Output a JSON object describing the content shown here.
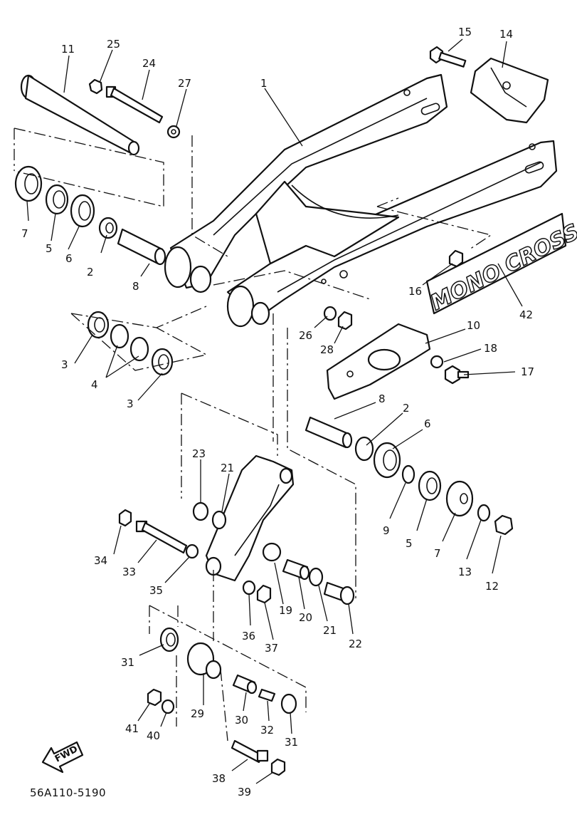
{
  "diagram": {
    "code": "56A110-5190",
    "decal_text": "MONO CROSS",
    "fwd_label": "FWD",
    "callouts": [
      {
        "id": "c1",
        "text": "1"
      },
      {
        "id": "c2a",
        "text": "2"
      },
      {
        "id": "c2b",
        "text": "2"
      },
      {
        "id": "c3a",
        "text": "3"
      },
      {
        "id": "c3b",
        "text": "3"
      },
      {
        "id": "c4",
        "text": "4"
      },
      {
        "id": "c5a",
        "text": "5"
      },
      {
        "id": "c5b",
        "text": "5"
      },
      {
        "id": "c6a",
        "text": "6"
      },
      {
        "id": "c6b",
        "text": "6"
      },
      {
        "id": "c7a",
        "text": "7"
      },
      {
        "id": "c7b",
        "text": "7"
      },
      {
        "id": "c8a",
        "text": "8"
      },
      {
        "id": "c8b",
        "text": "8"
      },
      {
        "id": "c9",
        "text": "9"
      },
      {
        "id": "c10",
        "text": "10"
      },
      {
        "id": "c11",
        "text": "11"
      },
      {
        "id": "c12",
        "text": "12"
      },
      {
        "id": "c13",
        "text": "13"
      },
      {
        "id": "c14",
        "text": "14"
      },
      {
        "id": "c15",
        "text": "15"
      },
      {
        "id": "c16",
        "text": "16"
      },
      {
        "id": "c17",
        "text": "17"
      },
      {
        "id": "c18",
        "text": "18"
      },
      {
        "id": "c19",
        "text": "19"
      },
      {
        "id": "c20",
        "text": "20"
      },
      {
        "id": "c21a",
        "text": "21"
      },
      {
        "id": "c21b",
        "text": "21"
      },
      {
        "id": "c22",
        "text": "22"
      },
      {
        "id": "c23",
        "text": "23"
      },
      {
        "id": "c24",
        "text": "24"
      },
      {
        "id": "c25",
        "text": "25"
      },
      {
        "id": "c26",
        "text": "26"
      },
      {
        "id": "c27",
        "text": "27"
      },
      {
        "id": "c28",
        "text": "28"
      },
      {
        "id": "c29",
        "text": "29"
      },
      {
        "id": "c30",
        "text": "30"
      },
      {
        "id": "c31a",
        "text": "31"
      },
      {
        "id": "c31b",
        "text": "31"
      },
      {
        "id": "c32",
        "text": "32"
      },
      {
        "id": "c33",
        "text": "33"
      },
      {
        "id": "c34",
        "text": "34"
      },
      {
        "id": "c35",
        "text": "35"
      },
      {
        "id": "c36",
        "text": "36"
      },
      {
        "id": "c37",
        "text": "37"
      },
      {
        "id": "c38",
        "text": "38"
      },
      {
        "id": "c39",
        "text": "39"
      },
      {
        "id": "c40",
        "text": "40"
      },
      {
        "id": "c41",
        "text": "41"
      },
      {
        "id": "c42",
        "text": "42"
      }
    ]
  }
}
